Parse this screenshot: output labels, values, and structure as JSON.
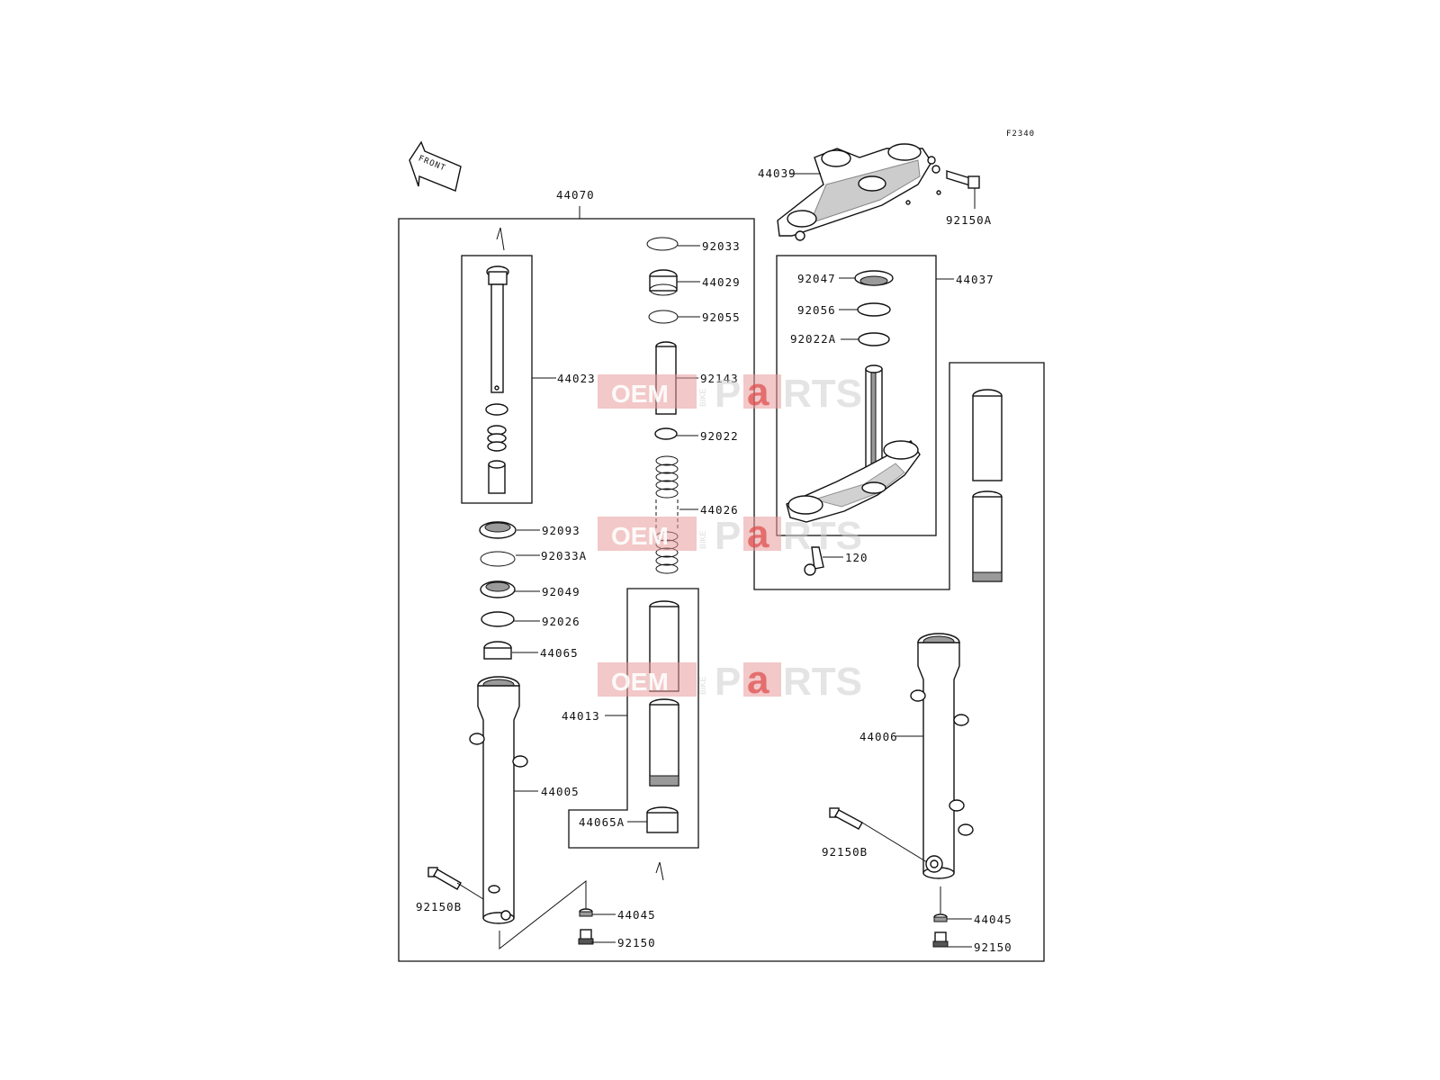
{
  "diagram": {
    "code": "F2340",
    "front_label": "FRONT",
    "watermark": {
      "part1": "OEM",
      "bike": "BIKE",
      "p": "P",
      "a": "a",
      "rts": "RTS"
    },
    "labels": {
      "p44070": "44070",
      "p44039": "44039",
      "p92150A": "92150A",
      "p92033": "92033",
      "p44029": "44029",
      "p92055": "92055",
      "p44023": "44023",
      "p92143": "92143",
      "p92022": "92022",
      "p44026": "44026",
      "p92047": "92047",
      "p92056": "92056",
      "p92022A": "92022A",
      "p44037": "44037",
      "p120": "120",
      "p92093": "92093",
      "p92033A": "92033A",
      "p92049": "92049",
      "p92026": "92026",
      "p44065": "44065",
      "p44013": "44013",
      "p44065A": "44065A",
      "p44005": "44005",
      "p92150B_left": "92150B",
      "p44045_left": "44045",
      "p92150_left": "92150",
      "p44006": "44006",
      "p92150B_right": "92150B",
      "p44045_right": "44045",
      "p92150_right": "92150"
    }
  }
}
